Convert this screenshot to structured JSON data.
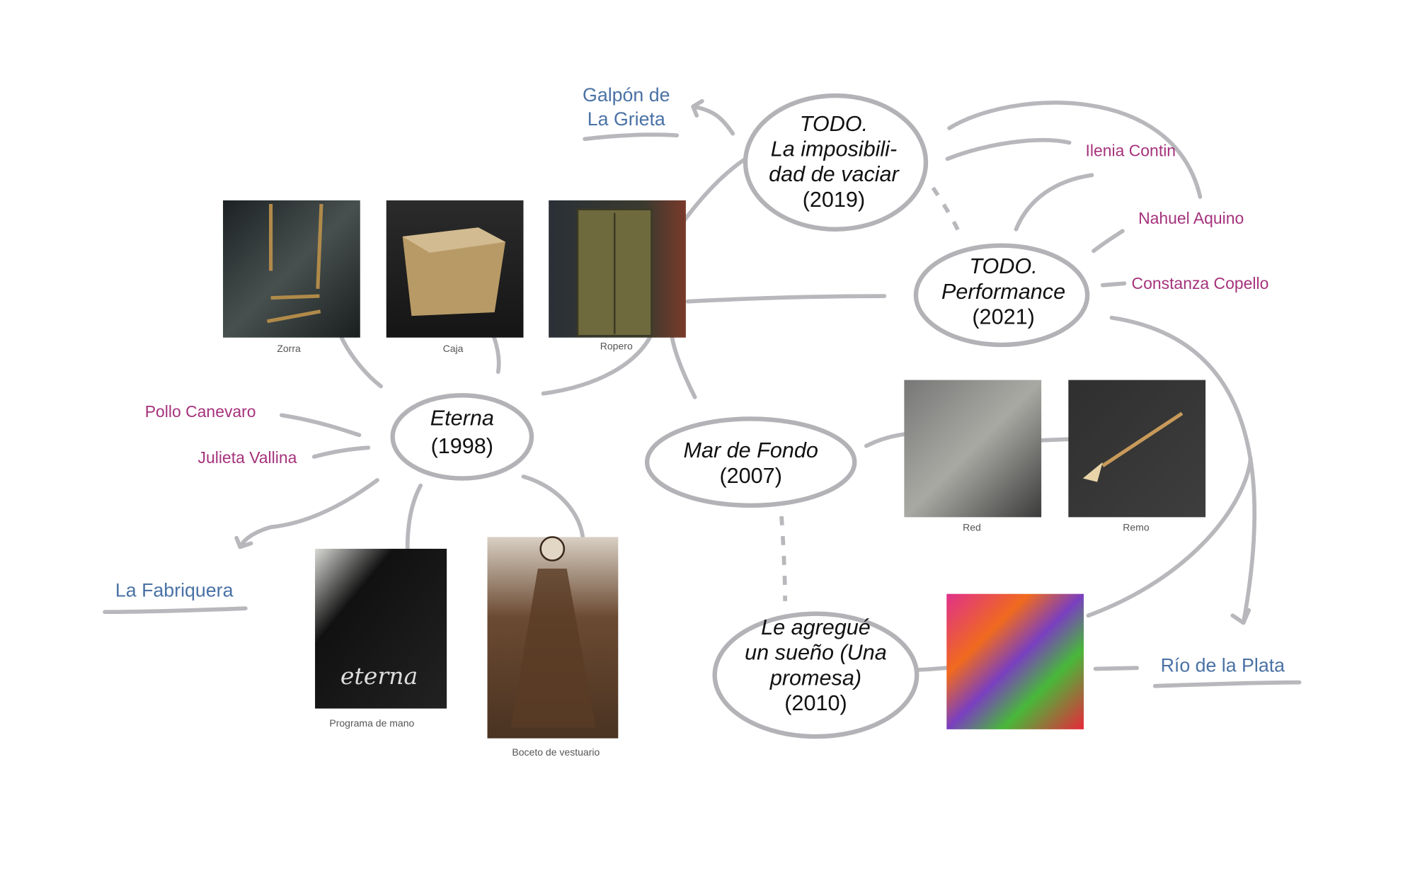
{
  "nodes": {
    "todo_2019": {
      "lines": [
        "TODO.",
        "La imposibili-",
        "dad de vaciar"
      ],
      "year": "(2019)"
    },
    "todo_2021": {
      "lines": [
        "TODO.",
        "Performance"
      ],
      "year": "(2021)"
    },
    "eterna": {
      "lines": [
        "Eterna"
      ],
      "year": "(1998)"
    },
    "mar_de_fondo": {
      "lines": [
        "Mar de Fondo"
      ],
      "year": "(2007)"
    },
    "le_agregue": {
      "lines": [
        "Le agregué",
        "un sueño (Una",
        "promesa)"
      ],
      "year": "(2010)"
    }
  },
  "places": {
    "galpon": [
      "Galpón de",
      "La Grieta"
    ],
    "fabriquera": "La Fabriquera",
    "rio": "Río de la Plata"
  },
  "people": {
    "ilenia": "Ilenia Contin",
    "nahuel": "Nahuel Aquino",
    "constanza": "Constanza Copello",
    "pollo": "Pollo Canevaro",
    "julieta": "Julieta Vallina"
  },
  "images": {
    "zorra": "Zorra",
    "caja": "Caja",
    "ropero": "Ropero",
    "red": "Red",
    "remo": "Remo",
    "programa": "Programa de mano",
    "boceto": "Boceto de vestuario",
    "eterna_logo": "eterna"
  },
  "colors": {
    "place": "#4a72a6",
    "person": "#a5327c",
    "line": "#b8b8bc"
  }
}
